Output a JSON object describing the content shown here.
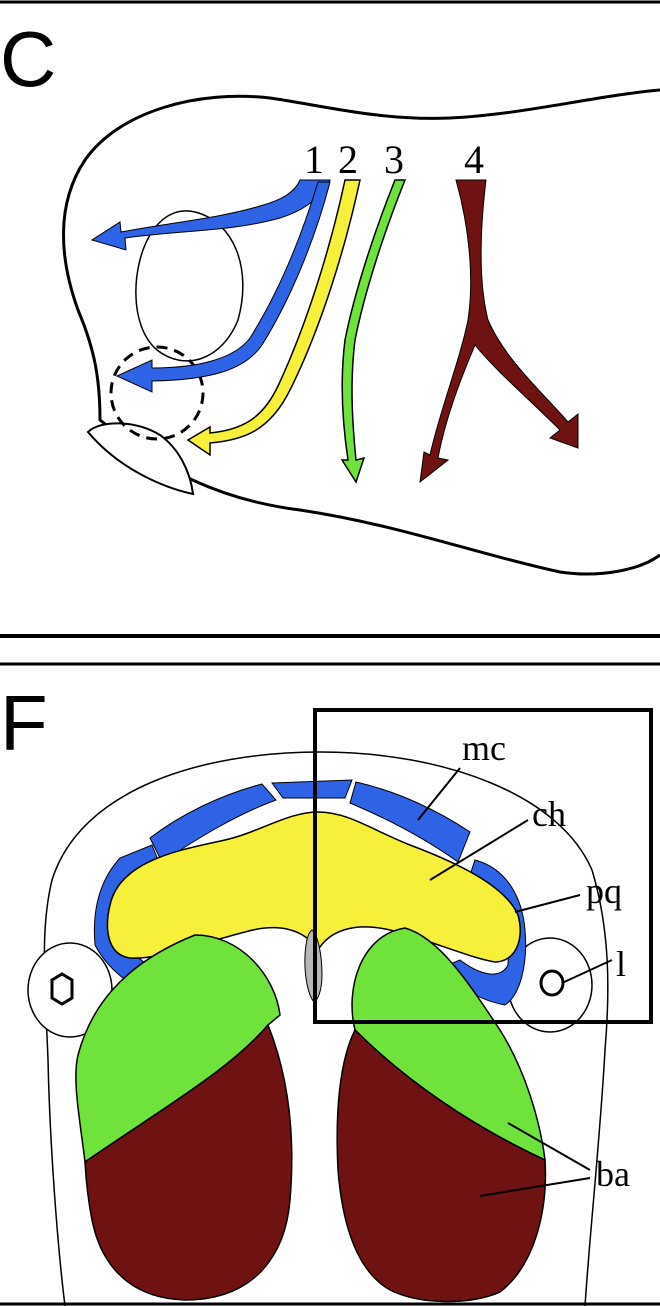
{
  "panel_c": {
    "letter": "C",
    "streams": [
      {
        "label": "1",
        "color": "#2f63e6"
      },
      {
        "label": "2",
        "color": "#f7f03a"
      },
      {
        "label": "3",
        "color": "#6fe23c"
      },
      {
        "label": "4",
        "color": "#6e1212"
      }
    ]
  },
  "panel_f": {
    "letter": "F",
    "labels": {
      "mc": "mc",
      "ch": "ch",
      "pq": "pq",
      "l": "l",
      "ba": "ba"
    }
  },
  "colors": {
    "blue": "#2f63e6",
    "yellow": "#f7f03a",
    "green": "#6fe23c",
    "maroon": "#6e1212",
    "gray": "#b7b7b7"
  }
}
